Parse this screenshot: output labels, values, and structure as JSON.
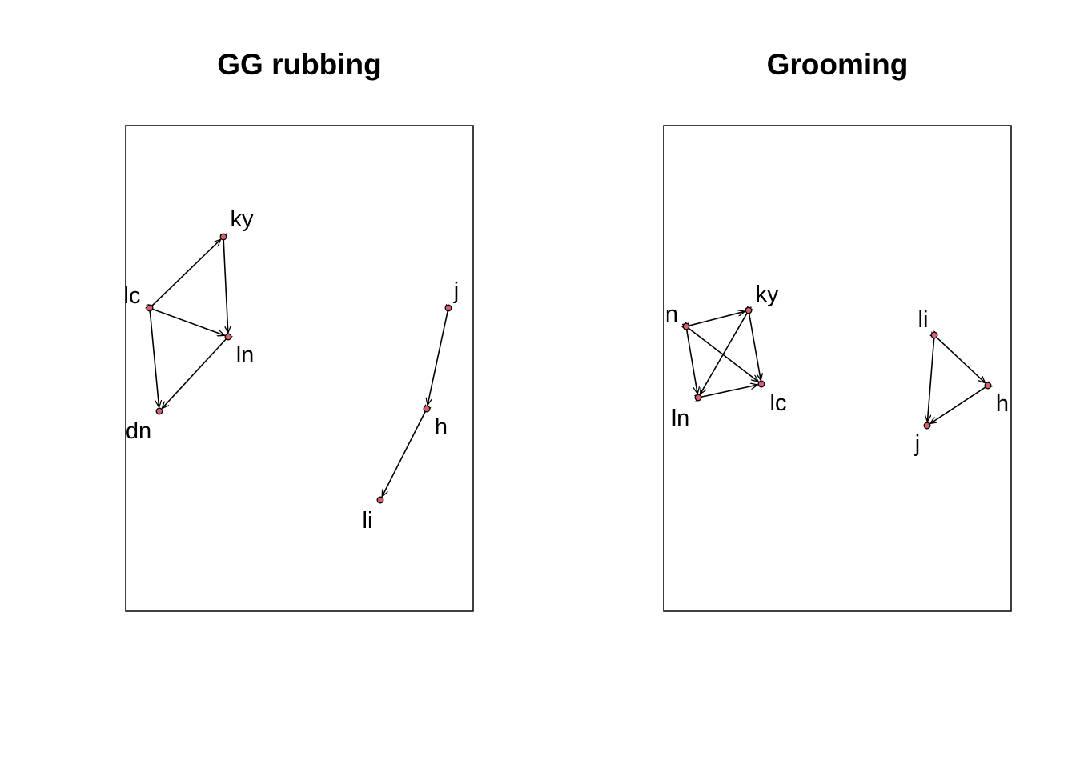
{
  "figure": {
    "panels": [
      {
        "id": "gg-rubbing",
        "title": "GG rubbing",
        "nodes": [
          {
            "id": "ky",
            "label": "ky"
          },
          {
            "id": "lc",
            "label": "lc"
          },
          {
            "id": "ln",
            "label": "ln"
          },
          {
            "id": "dn",
            "label": "dn"
          },
          {
            "id": "j",
            "label": "j"
          },
          {
            "id": "h",
            "label": "h"
          },
          {
            "id": "li",
            "label": "li"
          }
        ],
        "edges": [
          {
            "from": "lc",
            "to": "ky"
          },
          {
            "from": "ky",
            "to": "ln"
          },
          {
            "from": "lc",
            "to": "ln"
          },
          {
            "from": "lc",
            "to": "dn"
          },
          {
            "from": "ln",
            "to": "dn"
          },
          {
            "from": "j",
            "to": "h"
          },
          {
            "from": "h",
            "to": "li"
          }
        ]
      },
      {
        "id": "grooming",
        "title": "Grooming",
        "nodes": [
          {
            "id": "n",
            "label": "n"
          },
          {
            "id": "ky",
            "label": "ky"
          },
          {
            "id": "ln",
            "label": "ln"
          },
          {
            "id": "lc",
            "label": "lc"
          },
          {
            "id": "li",
            "label": "li"
          },
          {
            "id": "h",
            "label": "h"
          },
          {
            "id": "j",
            "label": "j"
          }
        ],
        "edges": [
          {
            "from": "n",
            "to": "ky"
          },
          {
            "from": "n",
            "to": "ln"
          },
          {
            "from": "n",
            "to": "lc"
          },
          {
            "from": "ky",
            "to": "ln"
          },
          {
            "from": "ky",
            "to": "lc"
          },
          {
            "from": "ln",
            "to": "lc"
          },
          {
            "from": "li",
            "to": "h"
          },
          {
            "from": "li",
            "to": "j"
          },
          {
            "from": "h",
            "to": "j"
          }
        ]
      }
    ],
    "style": {
      "node_fill": "#d95f6e",
      "node_stroke": "#000000",
      "edge_color": "#000000",
      "edges_directed_both_ways": true
    }
  }
}
